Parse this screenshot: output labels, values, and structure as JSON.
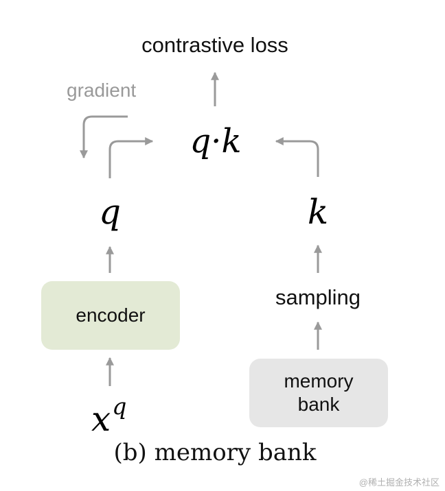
{
  "title": "contrastive loss",
  "gradient_label": "gradient",
  "dot_product": "q·k",
  "query_var": "q",
  "key_var": "k",
  "encoder_label": "encoder",
  "sampling_label": "sampling",
  "memory_bank_line1": "memory",
  "memory_bank_line2": "bank",
  "input_base": "x",
  "input_sup": "q",
  "caption": "(b) memory bank",
  "watermark": "@稀土掘金技术社区",
  "colors": {
    "arrow": "#9a9a9a",
    "encoder_fill": "#e3ead5",
    "memory_fill": "#e6e6e6",
    "gradient_text": "#999999"
  }
}
